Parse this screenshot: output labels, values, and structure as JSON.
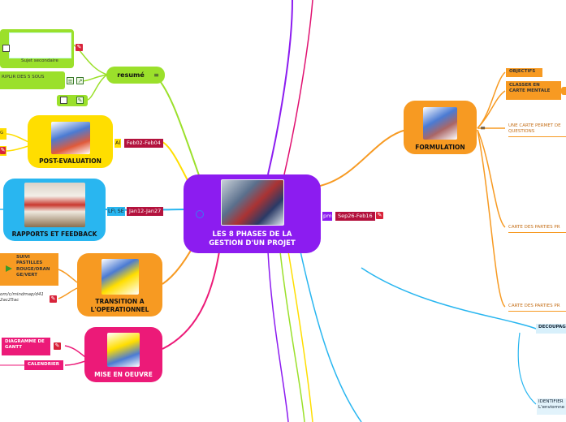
{
  "center": {
    "title_line1": "LES 8 PHASES DE LA",
    "title_line2": "GESTION D'UN PROJET",
    "tag_pm": "pm",
    "tag_date": "Sep26-Feb16"
  },
  "resume": {
    "label": "resumé",
    "sub_label": "Sujet secondaire",
    "fragment": "RIPLIR DES 5 SOUS"
  },
  "post_eval": {
    "label": "POST-EVALUATION",
    "tag_a": "Al",
    "tag_date": "Feb02-Feb04",
    "side_text": "G"
  },
  "rapports": {
    "label": "RAPPORTS ET FEEDBACK",
    "tag_person": "LF\\ SE",
    "tag_date": "Jan12-Jan27"
  },
  "transition": {
    "label_line1": "TRANSITION A",
    "label_line2": "L'OPERATIONNEL",
    "child1_line1": "SUIVI",
    "child1_line2": "PASTILLES",
    "child1_line3": "ROUGE/ORAN",
    "child1_line4": "GE/VERT",
    "link_line1": "om/c/mindmap/d41",
    "link_line2": "2ac25ac"
  },
  "mise": {
    "label": "MISE EN OEUVRE",
    "child1_line1": "DIAGRAMME DE",
    "child1_line2": "GANTT",
    "child2": "CALENDRIER"
  },
  "formulation": {
    "label": "FORMULATION",
    "objectifs": "OBJECTIFS",
    "classer_line1": "CLASSER EN",
    "classer_line2": "CARTE MENTALE",
    "carte_permet_line1": "UNE CARTE PERMET DE",
    "carte_permet_line2": "QUESTIONS",
    "parties1": "CARTE DES PARTIES PR",
    "parties2": "CARTE DES PARTIES PR"
  },
  "right_misc": {
    "decoupage": "DECOUPAG",
    "identifier_line1": "IDENTIFIER",
    "identifier_line2": "L'enviornne"
  },
  "colors": {
    "center": "#8c1cf0",
    "orange": "#f79a22",
    "yellow": "#ffde00",
    "cyan": "#29b6f0",
    "pink": "#ec1a78",
    "lime": "#9be02b",
    "tag": "#b3123d"
  },
  "icons": [
    "menu-icon",
    "link-icon",
    "note-icon",
    "checkbox-icon",
    "broken-link-icon"
  ]
}
